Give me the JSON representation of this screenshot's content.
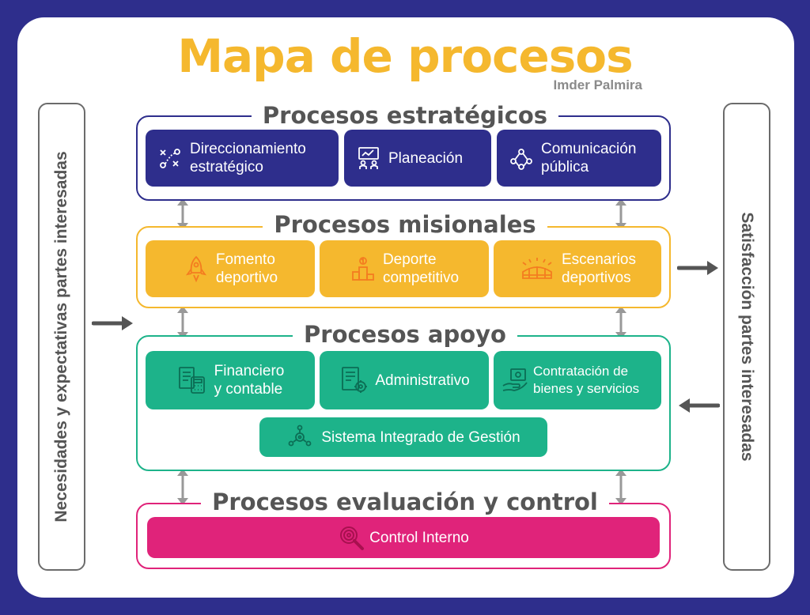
{
  "title": "Mapa de procesos",
  "subtitle": "Imder Palmira",
  "left_label": "Necesidades y expectativas partes interesadas",
  "right_label": "Satisfacción partes interesadas",
  "groups": {
    "estrategicos": {
      "title": "Procesos estratégicos",
      "items": [
        {
          "line1": "Direccionamiento",
          "line2": "estratégico",
          "icon": "strategy-icon"
        },
        {
          "line1": "Planeación",
          "line2": "",
          "icon": "planning-board-icon"
        },
        {
          "line1": "Comunicación",
          "line2": "pública",
          "icon": "network-people-icon"
        }
      ]
    },
    "misionales": {
      "title": "Procesos misionales",
      "items": [
        {
          "line1": "Fomento",
          "line2": "deportivo",
          "icon": "rocket-icon"
        },
        {
          "line1": "Deporte",
          "line2": "competitivo",
          "icon": "podium-icon"
        },
        {
          "line1": "Escenarios",
          "line2": "deportivos",
          "icon": "stadium-icon"
        }
      ]
    },
    "apoyo": {
      "title": "Procesos apoyo",
      "items": [
        {
          "line1": "Financiero",
          "line2": "y contable",
          "icon": "calculator-icon"
        },
        {
          "line1": "Administrativo",
          "line2": "",
          "icon": "document-gear-icon"
        },
        {
          "line1": "Contratación de",
          "line2": "bienes y servicios",
          "icon": "money-hand-icon"
        },
        {
          "line1": "Sistema Integrado de Gestión",
          "line2": "",
          "icon": "gears-network-icon"
        }
      ]
    },
    "evaluacion": {
      "title": "Procesos evaluación y control",
      "items": [
        {
          "line1": "Control Interno",
          "line2": "",
          "icon": "magnifier-icon"
        }
      ]
    }
  },
  "colors": {
    "background": "#2e2e8c",
    "title": "#f5b82e",
    "estrategicos": "#2e2e8c",
    "misionales": "#f5b82e",
    "apoyo": "#1db38a",
    "evaluacion": "#e0237a",
    "text_gray": "#555555"
  }
}
